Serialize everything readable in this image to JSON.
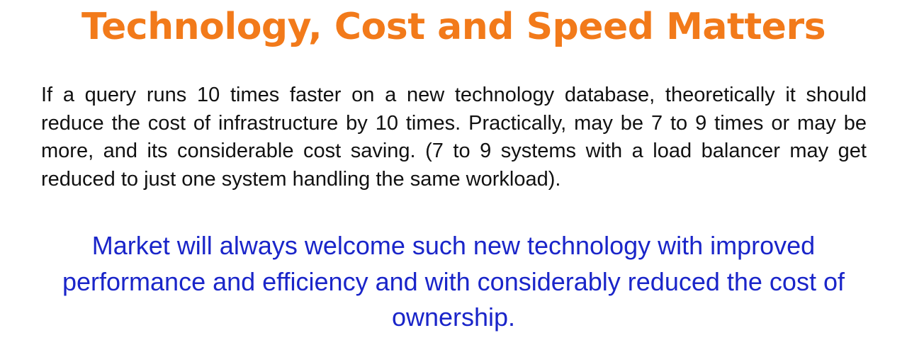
{
  "slide": {
    "title": "Technology, Cost and Speed Matters",
    "paragraph": "If a query runs 10 times faster on a new technology database, theoretically it should reduce the cost of infrastructure by 10 times. Practically, may be 7 to 9 times or may be more, and its considerable cost saving. (7 to 9 systems with a load balancer may get reduced to just one system handling the same workload).",
    "highlight": "Market will always welcome such new technology with improved performance and efficiency and with considerably reduced the cost of ownership."
  },
  "colors": {
    "title": "#F27A1A",
    "body": "#111111",
    "highlight": "#1A25C9",
    "background": "#FFFFFF"
  }
}
